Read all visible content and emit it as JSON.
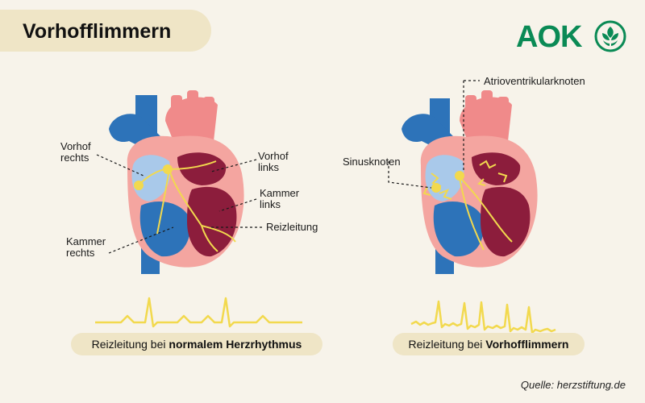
{
  "title": "Vorhofflimmern",
  "logo": {
    "text": "AOK",
    "mark": "aok-tree-mark-icon"
  },
  "colors": {
    "vessel_blue": "#2d73b9",
    "heart_pink": "#f08a8a",
    "chamber_dark": "#8c1d3c",
    "conduction_yellow": "#f2d94e",
    "logo_green": "#0a8a55"
  },
  "left_heart": {
    "labels": {
      "vorhof_rechts_1": "Vorhof",
      "vorhof_rechts_2": "rechts",
      "vorhof_links_1": "Vorhof",
      "vorhof_links_2": "links",
      "kammer_links_1": "Kammer",
      "kammer_links_2": "links",
      "reizleitung": "Reizleitung",
      "kammer_rechts_1": "Kammer",
      "kammer_rechts_2": "rechts"
    },
    "caption_prefix": "Reizleitung bei ",
    "caption_bold": "normalem Herzrhythmus"
  },
  "right_heart": {
    "labels": {
      "av_knoten": "Atrioventrikularknoten",
      "sinusknoten": "Sinusknoten"
    },
    "caption_prefix": "Reizleitung bei ",
    "caption_bold": "Vorhofflimmern"
  },
  "source": "Quelle: herzstiftung.de"
}
